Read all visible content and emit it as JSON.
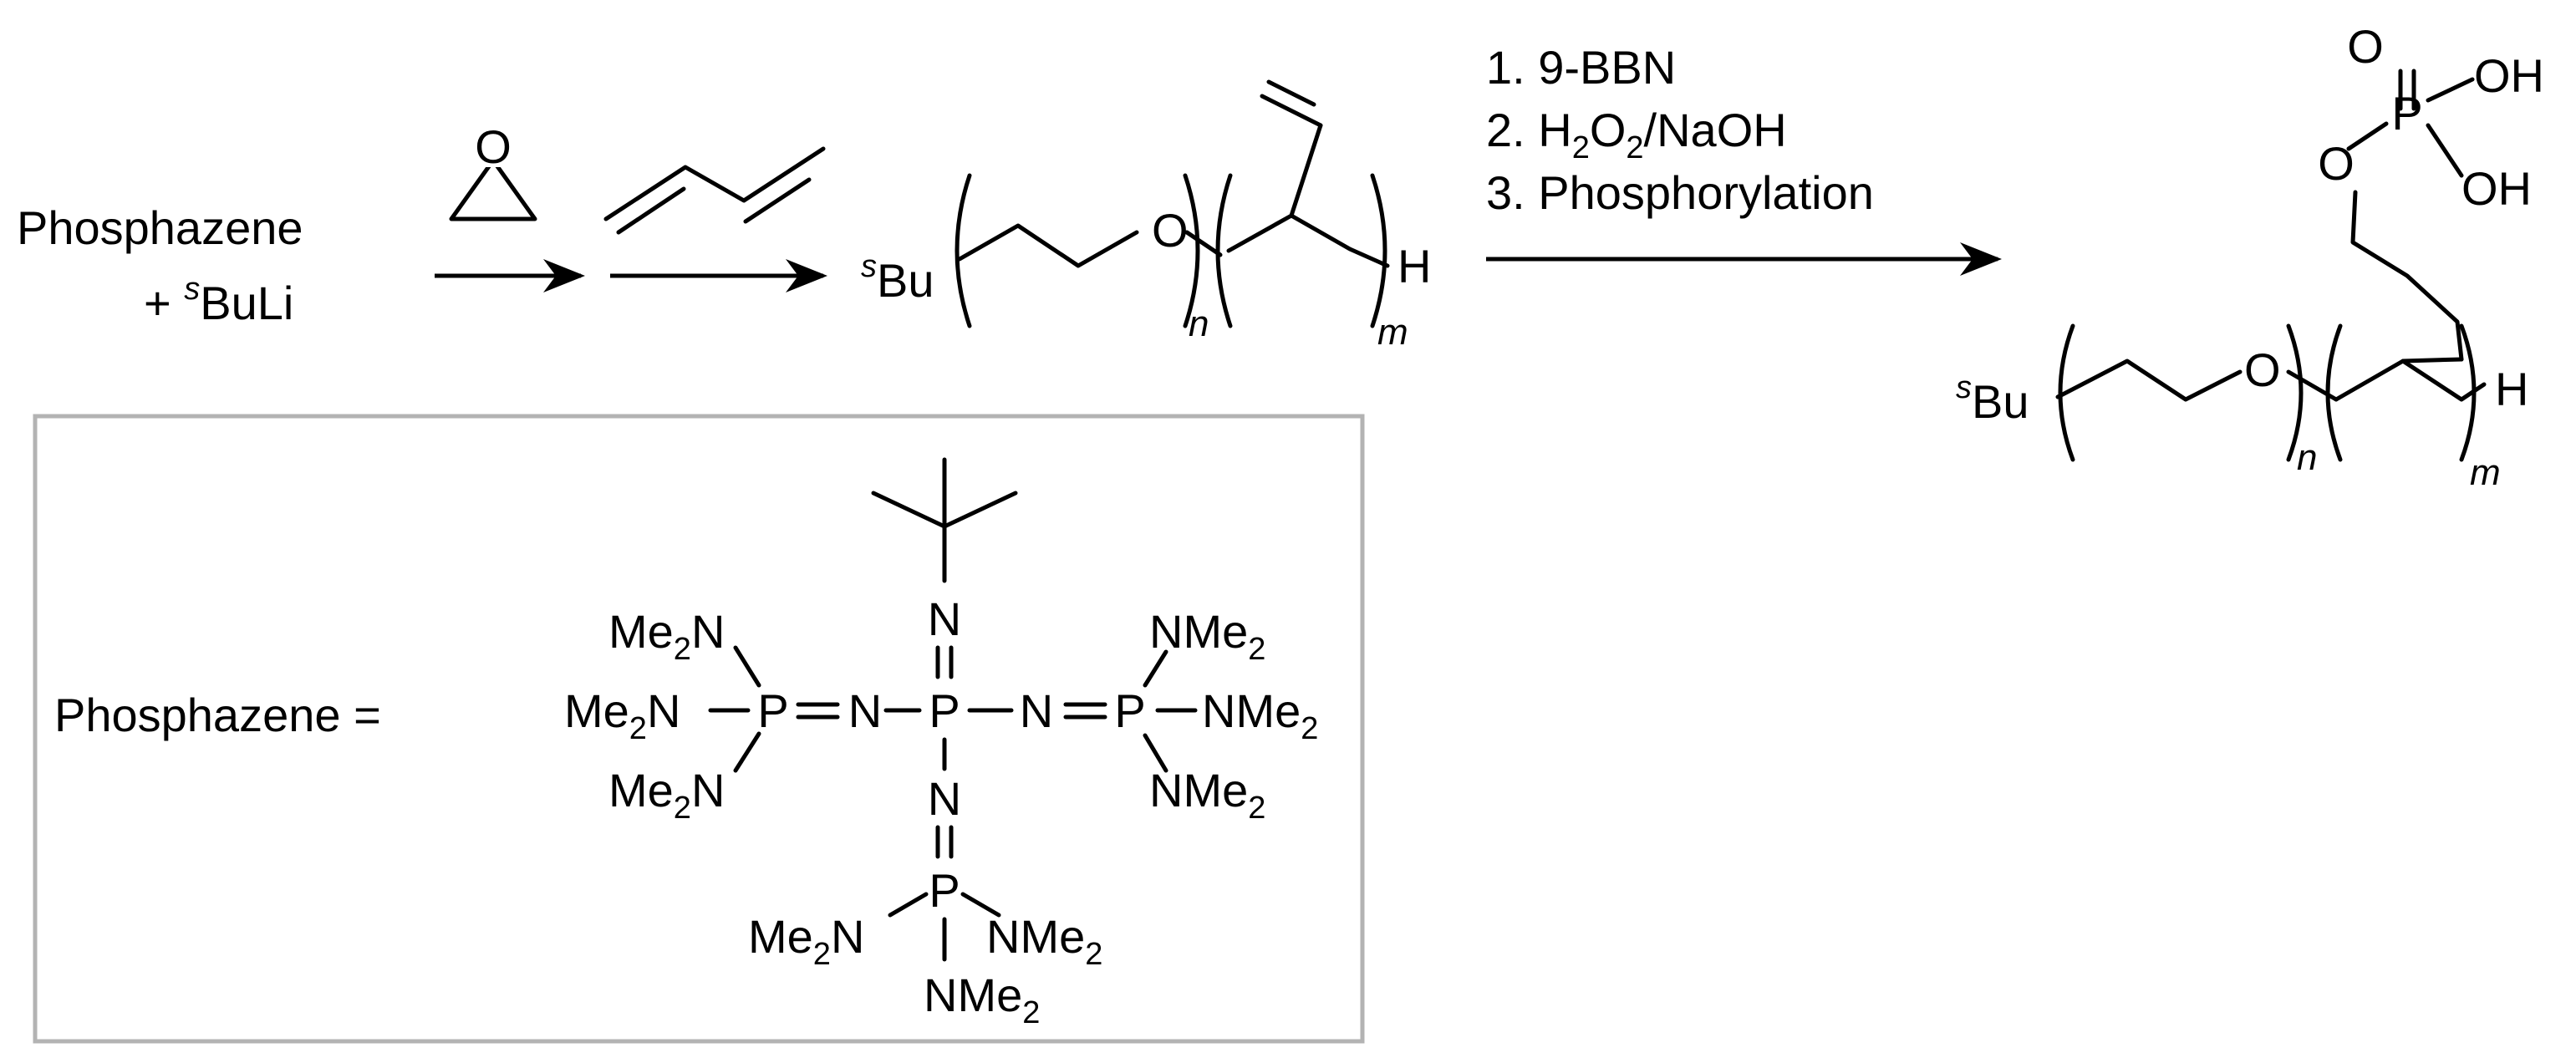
{
  "labels": {
    "reactant_line1": "Phosphazene",
    "reactant_line2_plus": "+ ",
    "reactant_line2_sup": "s",
    "reactant_line2_main": "BuLi",
    "epoxide_O": "O",
    "sBu_sup": "s",
    "sBu_main": "Bu",
    "ether_O": "O",
    "sub_n": "n",
    "sub_m": "m",
    "end_H": "H",
    "step1": "1. 9-BBN",
    "step2_pre": "2. H",
    "step2_sub1": "2",
    "step2_mid": "O",
    "step2_sub2": "2",
    "step2_post": "/NaOH",
    "step3": "3. Phosphorylation",
    "phosphate_O_dbl": "O",
    "phosphate_P": "P",
    "phosphate_OH1": "OH",
    "phosphate_OH2": "OH",
    "phosphate_O_link": "O",
    "box_label": "Phosphazene =",
    "N": "N",
    "P": "P",
    "Me2N_pre": "Me",
    "Me2N_sub": "2",
    "Me2N_post": "N",
    "NMe2_pre": "NMe",
    "NMe2_sub": "2"
  }
}
